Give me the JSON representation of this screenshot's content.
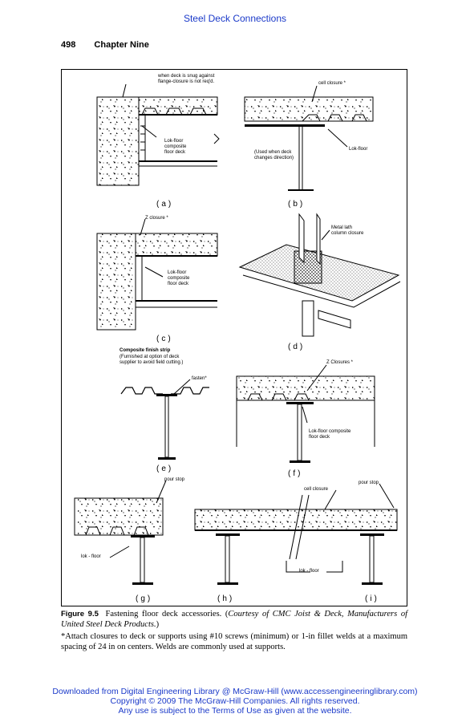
{
  "running_head": "Steel Deck Connections",
  "page": {
    "number": "498",
    "chapter": "Chapter Nine"
  },
  "figure": {
    "labels": {
      "a_note1": "when deck is snug against",
      "a_note2": "flange-closure is not req'd.",
      "a_deck1": "Lok-floor",
      "a_deck2": "composite",
      "a_deck3": "floor deck",
      "b_closure": "cell closure *",
      "b_used1": "(Used when deck",
      "b_used2": "changes direction)",
      "b_lok": "Lok-floor",
      "c_closure": "Z closure *",
      "c_deck1": "Lok-floor",
      "c_deck2": "composite",
      "c_deck3": "floor deck",
      "d_lath1": "Metal lath",
      "d_lath2": "column closure",
      "e_title": "Composite finish strip",
      "e_note1": "(Furnished at option of deck",
      "e_note2": "supplier to avoid field cutting.)",
      "e_fasten": "fasten*",
      "f_closures": "Z Closures *",
      "f_deck1": "Lok-floor composite",
      "f_deck2": "floor deck",
      "g_pour": "pour stop",
      "g_lok": "lok - floor",
      "h_cell": "cell closure",
      "h_pour": "pour stop",
      "h_lok": "lok - floor"
    },
    "subfigures": [
      "(a)",
      "(b)",
      "(c)",
      "(d)",
      "(e)",
      "(f)",
      "(g)",
      "(h)",
      "(i)"
    ]
  },
  "caption": {
    "figure_number": "Figure 9.5",
    "text": "Fastening floor deck accessories. (",
    "credit": "Courtesy of CMC Joist & Deck, Manufacturers of United Steel Deck Products.",
    "text_end": ")",
    "footnote": "*Attach closures to deck or supports using #10 screws (minimum) or 1-in fillet welds at a maximum spacing of 24 in on centers. Welds are commonly used at supports."
  },
  "footer": {
    "line1": "Downloaded from Digital Engineering Library @ McGraw-Hill (www.accessengineeringlibrary.com)",
    "line2": "Copyright © 2009 The McGraw-Hill Companies. All rights reserved.",
    "line3": "Any use is subject to the Terms of Use as given at the website."
  }
}
